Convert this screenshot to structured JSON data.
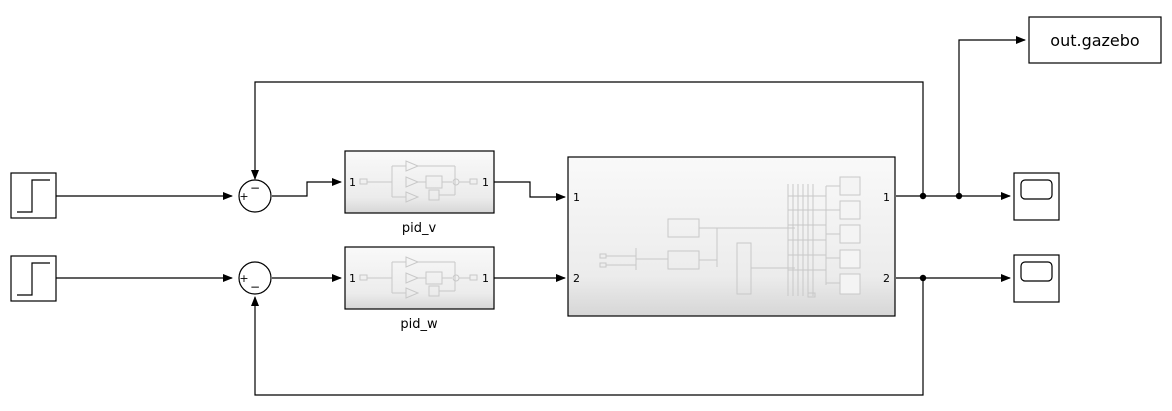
{
  "diagram": {
    "blocks": {
      "pid_v": {
        "name": "pid_v",
        "in_port": "1",
        "out_port": "1"
      },
      "pid_w": {
        "name": "pid_w",
        "in_port": "1",
        "out_port": "1"
      },
      "plant": {
        "in_ports": [
          "1",
          "2"
        ],
        "out_ports": [
          "1",
          "2"
        ]
      },
      "out_gazebo": {
        "label": "out.gazebo"
      }
    },
    "sum_signs": {
      "sum_v": [
        "+",
        "−"
      ],
      "sum_w": [
        "+",
        "−"
      ]
    },
    "colors": {
      "line": "#000000",
      "block_fill": "#ffffff",
      "subsystem_gradient_top": "#f7f7f7",
      "subsystem_gradient_bottom": "#d9d9d9",
      "faint_content": "#c8c8c8"
    }
  }
}
